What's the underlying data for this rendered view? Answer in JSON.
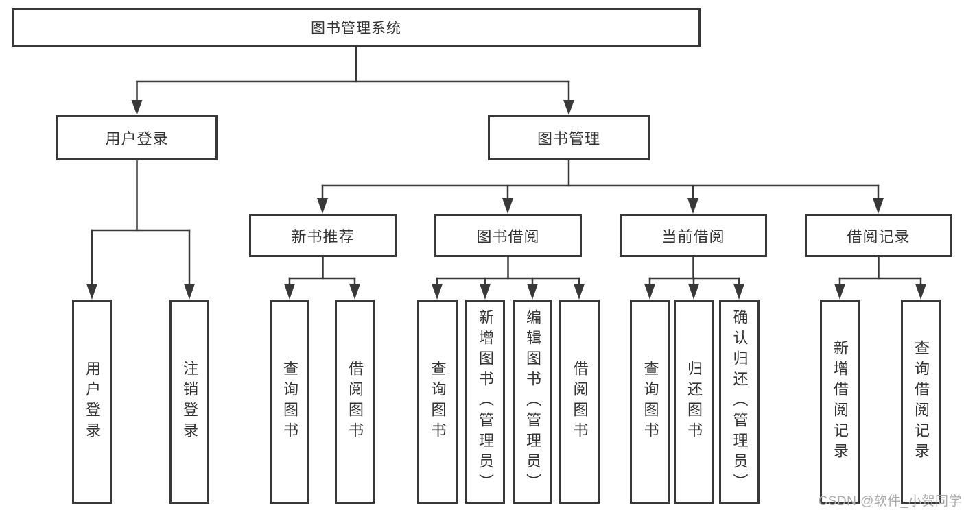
{
  "diagram": {
    "title": "图书管理系统",
    "nodes": {
      "root": {
        "label": "图书管理系统"
      },
      "user_login": {
        "label": "用户登录"
      },
      "book_mgmt": {
        "label": "图书管理"
      },
      "new_book_rec": {
        "label": "新书推荐"
      },
      "book_borrow": {
        "label": "图书借阅"
      },
      "current_borrow": {
        "label": "当前借阅"
      },
      "borrow_records": {
        "label": "借阅记录"
      },
      "leaf_user_login": {
        "label": "用户登录"
      },
      "leaf_logout": {
        "label": "注销登录"
      },
      "leaf_rec_query": {
        "label": "查询图书"
      },
      "leaf_rec_borrow": {
        "label": "借阅图书"
      },
      "leaf_bb_query": {
        "label": "查询图书"
      },
      "leaf_bb_add": {
        "label": "新增图书（管理员）"
      },
      "leaf_bb_edit": {
        "label": "编辑图书（管理员）"
      },
      "leaf_bb_borrow": {
        "label": "借阅图书"
      },
      "leaf_cb_query": {
        "label": "查询图书"
      },
      "leaf_cb_return": {
        "label": "归还图书"
      },
      "leaf_cb_confirm": {
        "label": "确认归还（管理员）"
      },
      "leaf_br_add": {
        "label": "新增借阅记录"
      },
      "leaf_br_query": {
        "label": "查询借阅记录"
      }
    }
  },
  "watermark": {
    "text": "CSDN @软件_小贺同学"
  },
  "colors": {
    "line": "#383838",
    "box_border": "#383838",
    "text": "#333333",
    "background": "#ffffff",
    "watermark": "#a9a9a9"
  }
}
